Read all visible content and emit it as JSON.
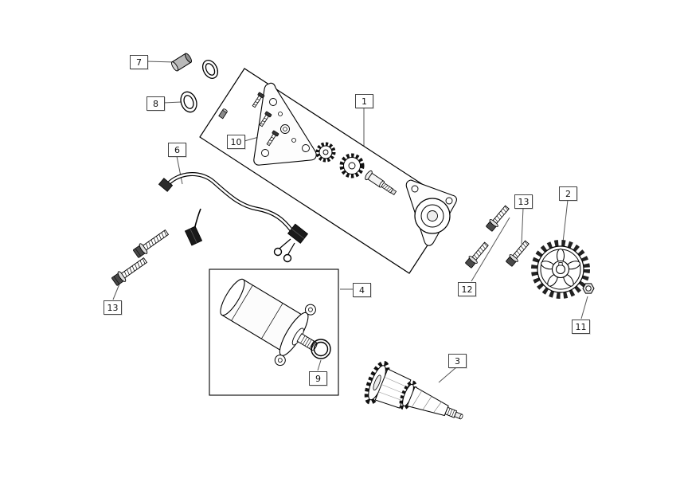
{
  "colors": {
    "ink": "#000000",
    "background": "#ffffff"
  },
  "callouts": [
    {
      "text": "7"
    },
    {
      "text": "8"
    },
    {
      "text": "1"
    },
    {
      "text": "10"
    },
    {
      "text": "6"
    },
    {
      "text": "13"
    },
    {
      "text": "12"
    },
    {
      "text": "13"
    },
    {
      "text": "2"
    },
    {
      "text": "11"
    },
    {
      "text": "4"
    },
    {
      "text": "9"
    },
    {
      "text": "3"
    }
  ]
}
